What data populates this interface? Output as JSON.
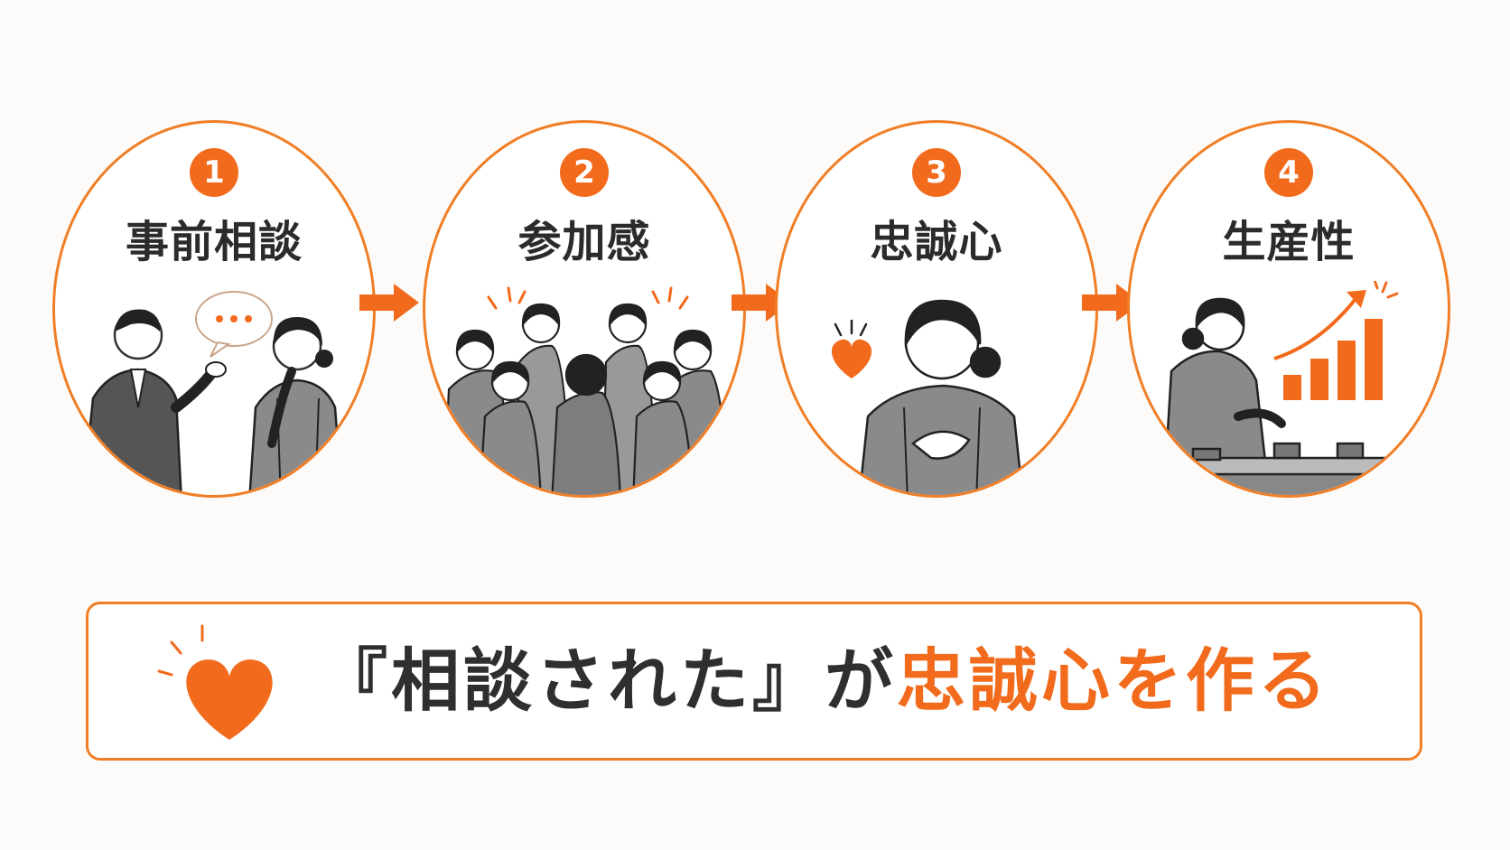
{
  "steps": [
    {
      "number": "1",
      "title": "事前相談",
      "icon": "consultation-illustration"
    },
    {
      "number": "2",
      "title": "参加感",
      "icon": "group-participation-illustration"
    },
    {
      "number": "3",
      "title": "忠誠心",
      "icon": "loyalty-heart-illustration"
    },
    {
      "number": "4",
      "title": "生産性",
      "icon": "productivity-growth-illustration"
    }
  ],
  "banner": {
    "part1": "『相談された』",
    "part2": "が",
    "part3": "忠誠心を作る",
    "icon": "heart-icon"
  },
  "colors": {
    "accent": "#f26b1d",
    "border": "#f07e26",
    "text": "#2b2b2b"
  }
}
